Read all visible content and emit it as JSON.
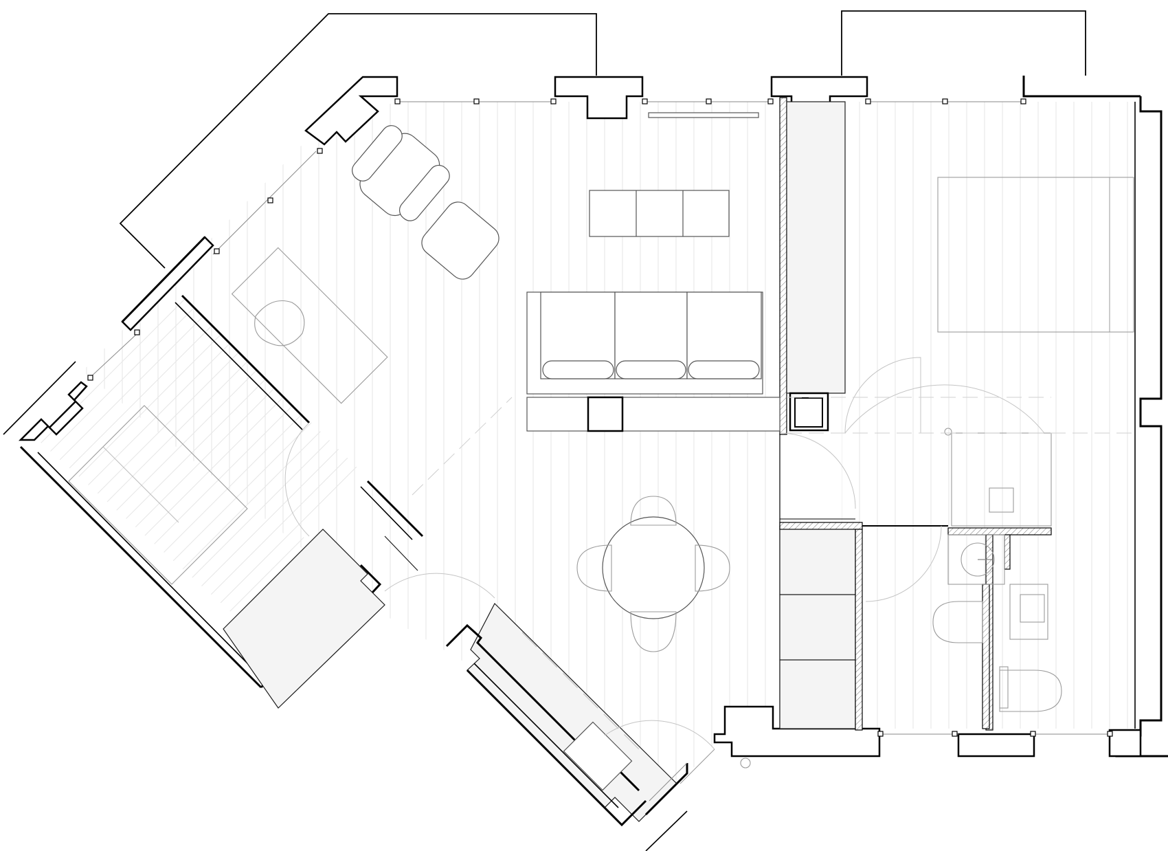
{
  "drawing": {
    "type": "architectural floor plan",
    "style": "black line drawing on white background",
    "colors": {
      "background": "#ffffff",
      "wall": "#000000",
      "furniture": "#555555",
      "floor_lines": "#e6e6e6",
      "fixtures_fill": "#f4f4f4"
    },
    "spaces": [
      "living-room",
      "dining-area",
      "bedroom",
      "second-bedroom",
      "bathroom",
      "hallway",
      "balcony"
    ],
    "text_labels": []
  }
}
